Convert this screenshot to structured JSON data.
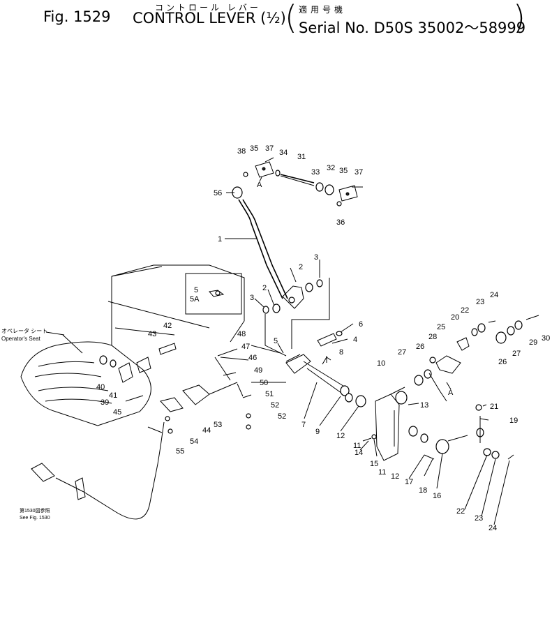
{
  "header": {
    "fig_label": "Fig. 1529",
    "title_jp": "コントロール レバー",
    "title_en": "CONTROL LEVER (½)",
    "serial_jp": "適用号機",
    "serial_en": "Serial No. D50S   35002～58999"
  },
  "labels": {
    "operators_seat_jp": "オペレータ シート",
    "operators_seat": "Operator's Seat",
    "see_fig_jp": "第1530図参照",
    "see_fig": "See Fig. 1530",
    "arrow_a": "A"
  },
  "callouts": {
    "c1": "1",
    "c2a": "2",
    "c2b": "2",
    "c3a": "3",
    "c3b": "3",
    "c4": "4",
    "c5": "5",
    "c5_box": "5",
    "c5a": "5A",
    "c6": "6",
    "c7": "7",
    "c8": "8",
    "c9": "9",
    "c10": "10",
    "c11a": "11",
    "c11b": "11",
    "c12a": "12",
    "c12b": "12",
    "c13": "13",
    "c14": "14",
    "c15": "15",
    "c16": "16",
    "c17": "17",
    "c18": "18",
    "c19": "19",
    "c20": "20",
    "c21": "21",
    "c22a": "22",
    "c22b": "22",
    "c23a": "23",
    "c23b": "23",
    "c24a": "24",
    "c24b": "24",
    "c25": "25",
    "c26a": "26",
    "c26b": "26",
    "c27a": "27",
    "c27b": "27",
    "c28": "28",
    "c29": "29",
    "c30": "30",
    "c31": "31",
    "c32": "32",
    "c33": "33",
    "c34": "34",
    "c35a": "35",
    "c35b": "35",
    "c36": "36",
    "c37a": "37",
    "c37b": "37",
    "c38": "38",
    "c39": "39",
    "c40": "40",
    "c41": "41",
    "c42": "42",
    "c43": "43",
    "c44": "44",
    "c45": "45",
    "c46": "46",
    "c47": "47",
    "c48": "48",
    "c49": "49",
    "c50": "50",
    "c51": "51",
    "c52a": "52",
    "c52b": "52",
    "c53": "53",
    "c54": "54",
    "c55": "55",
    "c56": "56"
  }
}
